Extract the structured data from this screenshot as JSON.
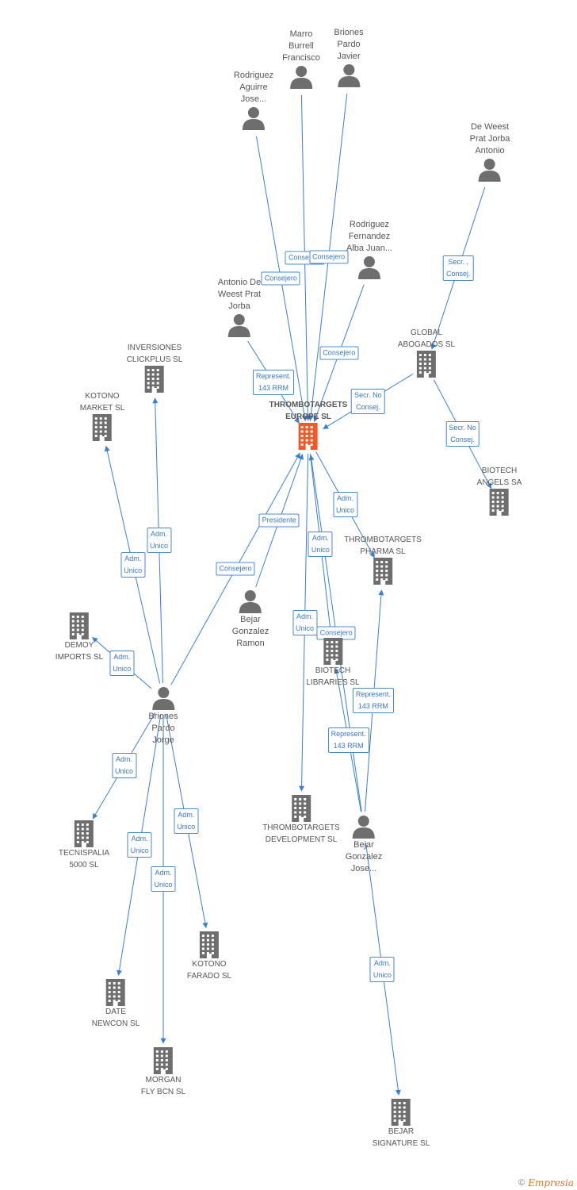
{
  "colors": {
    "edge": "#3a7fd5",
    "node_icon": "#6e6e6e",
    "main_icon": "#f05a28",
    "label": "#555555"
  },
  "nodes": {
    "marro": {
      "label": "Marro\nBurrell\nFrancisco",
      "kind": "person"
    },
    "briones_javier": {
      "label": "Briones\nPardo\nJavier",
      "kind": "person"
    },
    "rodriguez_aguirre": {
      "label": "Rodriguez\nAguirre\nJose...",
      "kind": "person"
    },
    "deweest_antonio": {
      "label": "De Weest\nPrat Jorba\nAntonio",
      "kind": "person"
    },
    "rodriguez_fernandez": {
      "label": "Rodriguez\nFernandez\nAlba Juan...",
      "kind": "person"
    },
    "antonio_deweest": {
      "label": "Antonio De\nWeest Prat\nJorba",
      "kind": "person"
    },
    "inversiones": {
      "label": "INVERSIONES\nCLICKPLUS SL",
      "kind": "company"
    },
    "global": {
      "label": "GLOBAL\nABOGADOS SL",
      "kind": "company"
    },
    "kotono_market": {
      "label": "KOTONO\nMARKET SL",
      "kind": "company"
    },
    "thrombo_europe": {
      "label": "THROMBOTARGETS\nEUROPE SL",
      "kind": "main"
    },
    "biotech_angels": {
      "label": "BIOTECH\nANGELS SA",
      "kind": "company"
    },
    "thrombo_pharma": {
      "label": "THROMBOTARGETS\nPHARMA SL",
      "kind": "company"
    },
    "bejar_ramon": {
      "label": "Bejar\nGonzalez\nRamon",
      "kind": "person"
    },
    "demoy": {
      "label": "DEMOY\nIMPORTS SL",
      "kind": "company"
    },
    "biotech_libraries": {
      "label": "BIOTECH\nLIBRARIES SL",
      "kind": "company"
    },
    "briones_jorge": {
      "label": "Briones\nPardo\nJorge",
      "kind": "person"
    },
    "thrombo_dev": {
      "label": "THROMBOTARGETS\nDEVELOPMENT SL",
      "kind": "company"
    },
    "tecnispalia": {
      "label": "TECNISPALIA\n5000 SL",
      "kind": "company"
    },
    "bejar_jose": {
      "label": "Bejar\nGonzalez\nJose...",
      "kind": "person"
    },
    "kotono_farado": {
      "label": "KOTONO\nFARADO SL",
      "kind": "company"
    },
    "date_newcon": {
      "label": "DATE\nNEWCON SL",
      "kind": "company"
    },
    "morgan": {
      "label": "MORGAN\nFLY BCN SL",
      "kind": "company"
    },
    "bejar_signature": {
      "label": "BEJAR\nSIGNATURE SL",
      "kind": "company"
    }
  },
  "edges": [
    {
      "from": "marro",
      "to": "thrombo_europe",
      "label": "Consejero"
    },
    {
      "from": "briones_javier",
      "to": "thrombo_europe",
      "label": "Consejero"
    },
    {
      "from": "rodriguez_aguirre",
      "to": "thrombo_europe",
      "label": "Consejero"
    },
    {
      "from": "rodriguez_fernandez",
      "to": "thrombo_europe",
      "label": "Consejero"
    },
    {
      "from": "antonio_deweest",
      "to": "thrombo_europe",
      "label": "Represent.\n143 RRM"
    },
    {
      "from": "deweest_antonio",
      "to": "global",
      "label": "Secr. ,\nConsej."
    },
    {
      "from": "global",
      "to": "thrombo_europe",
      "label": "Secr.  No\nConsej."
    },
    {
      "from": "global",
      "to": "biotech_angels",
      "label": "Secr.  No\nConsej."
    },
    {
      "from": "thrombo_europe",
      "to": "thrombo_pharma",
      "label": "Adm.\nUnico"
    },
    {
      "from": "bejar_ramon",
      "to": "thrombo_europe",
      "label": "Presidente"
    },
    {
      "from": "briones_jorge",
      "to": "thrombo_europe",
      "label": "Consejero"
    },
    {
      "from": "thrombo_europe",
      "to": "biotech_libraries",
      "label": "Adm.\nUnico"
    },
    {
      "from": "thrombo_europe",
      "to": "thrombo_dev",
      "label": "Adm.\nUnico"
    },
    {
      "from": "bejar_jose",
      "to": "thrombo_europe",
      "label": "Consejero"
    },
    {
      "from": "bejar_jose",
      "to": "biotech_libraries",
      "label": "Represent.\n143 RRM"
    },
    {
      "from": "bejar_jose",
      "to": "thrombo_pharma",
      "label": "Represent.\n143 RRM"
    },
    {
      "from": "bejar_jose",
      "to": "bejar_signature",
      "label": "Adm.\nUnico"
    },
    {
      "from": "briones_jorge",
      "to": "inversiones",
      "label": "Adm.\nUnico"
    },
    {
      "from": "briones_jorge",
      "to": "kotono_market",
      "label": "Adm.\nUnico"
    },
    {
      "from": "briones_jorge",
      "to": "demoy",
      "label": "Adm.\nUnico"
    },
    {
      "from": "briones_jorge",
      "to": "tecnispalia",
      "label": "Adm.\nUnico"
    },
    {
      "from": "briones_jorge",
      "to": "date_newcon",
      "label": "Adm.\nUnico"
    },
    {
      "from": "briones_jorge",
      "to": "morgan",
      "label": "Adm.\nUnico"
    },
    {
      "from": "briones_jorge",
      "to": "kotono_farado",
      "label": "Adm.\nUnico"
    }
  ],
  "footer": {
    "copyright": "©",
    "brand": "Empresia"
  }
}
